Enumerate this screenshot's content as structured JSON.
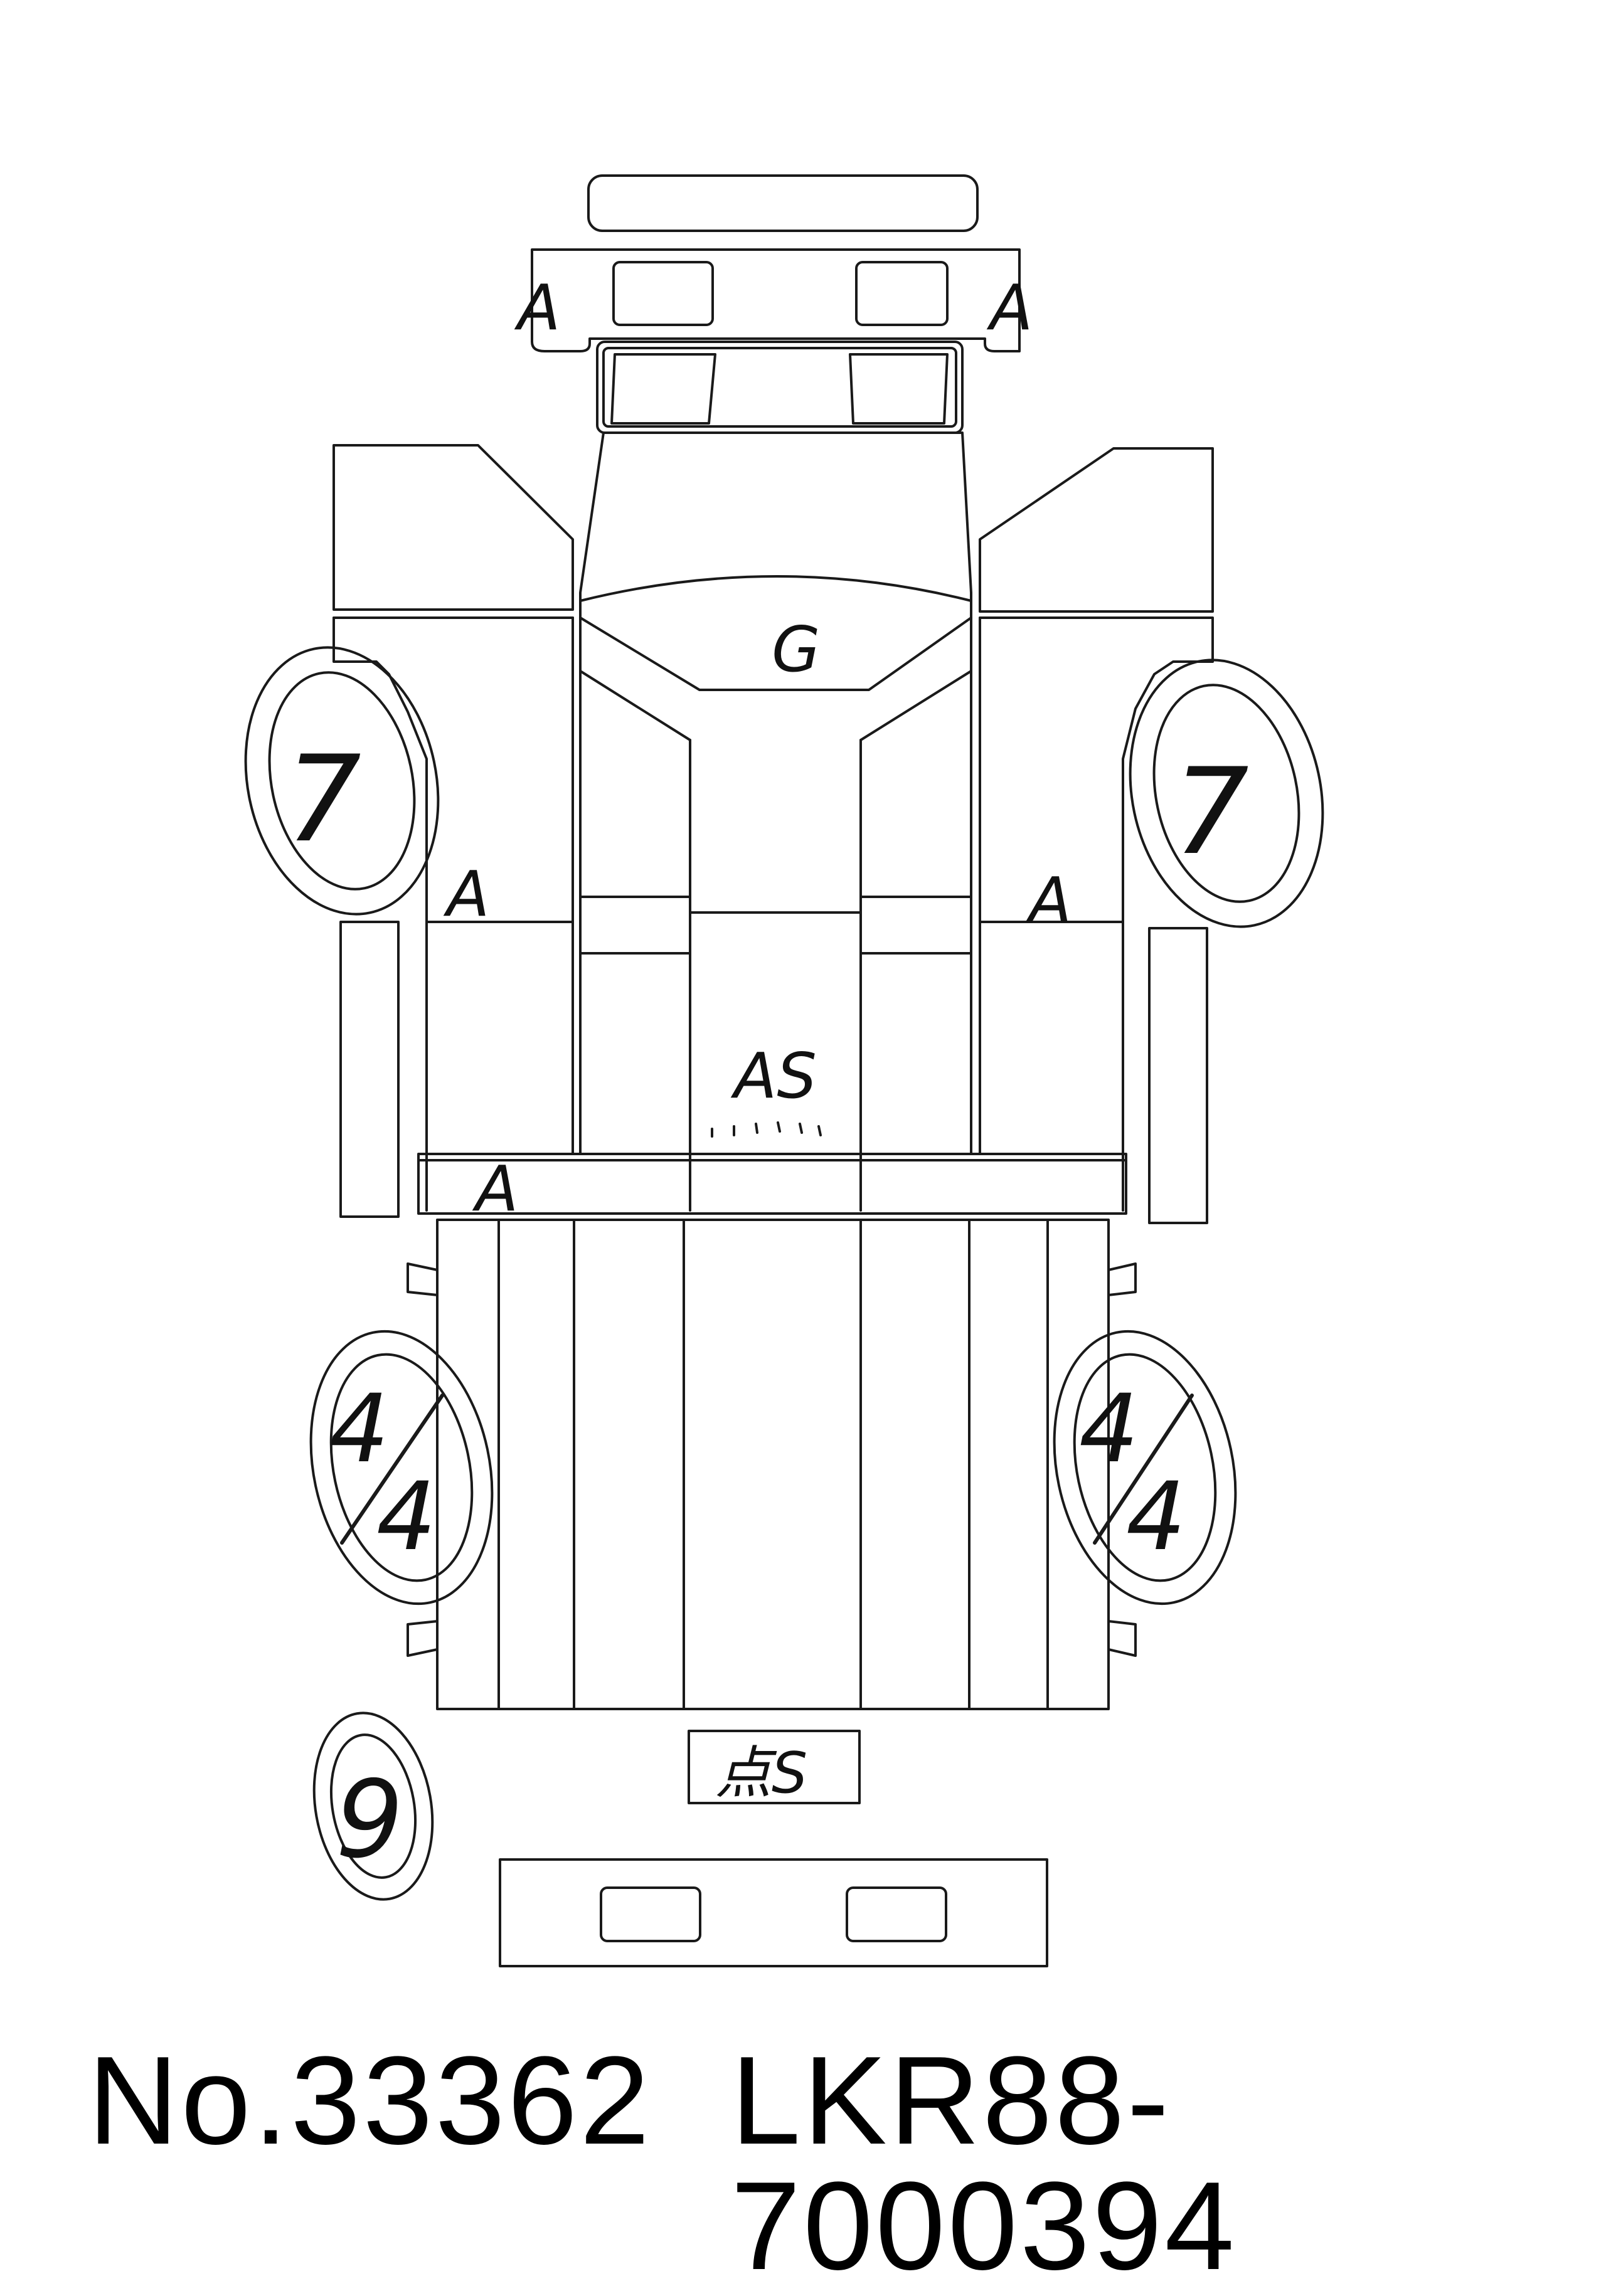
{
  "marks": {
    "front_bumper_left": "A",
    "front_bumper_right": "A",
    "hood": "G",
    "left_fender": "A",
    "right_fender": "A",
    "cabin_floor": "AS",
    "left_rocker": "A",
    "rear_panel": "点S"
  },
  "tires": {
    "front_left": "7",
    "front_right": "7",
    "rear_left_top": "4",
    "rear_left_bottom": "4",
    "rear_right_top": "4",
    "rear_right_bottom": "4",
    "spare": "9"
  },
  "footer": {
    "number": "No.33362",
    "chassis": "LKR88-7000394"
  }
}
